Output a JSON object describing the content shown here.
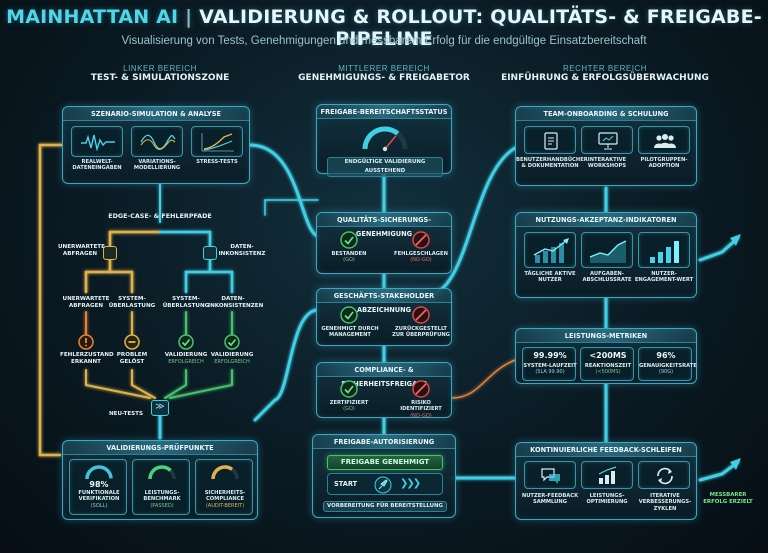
{
  "header": {
    "brand": "MAINHATTAN AI",
    "separator": "|",
    "title": "VALIDIERUNG & ROLLOUT: QUALITÄTS- & FREIGABE-PIPELINE",
    "subtitle": "Visualisierung von Tests, Genehmigungen und messbarem Erfolg für die endgültige Einsatzbereitschaft"
  },
  "columns": {
    "left": {
      "kicker": "LINKER BEREICH",
      "title": "TEST- & SIMULATIONSZONE"
    },
    "middle": {
      "kicker": "MITTLERER BEREICH",
      "title": "GENEHMIGUNGS- & FREIGABETOR"
    },
    "right": {
      "kicker": "RECHTER BEREICH",
      "title": "EINFÜHRUNG & ERFOLGSÜBERWACHUNG"
    }
  },
  "left": {
    "scenario": {
      "title": "SZENARIO-SIMULATION & ANALYSE",
      "tiles": [
        "REALWELT-DATENEINGABEN",
        "VARIATIONS-MODELLIERUNG",
        "STRESS-TESTS"
      ],
      "icons": [
        "waveform-icon",
        "sine-waves-icon",
        "stress-chart-icon"
      ]
    },
    "edge": {
      "title": "EDGE-CASE- & FEHLERPFADE",
      "branch_left": "UNERWARTETE ABFRAGEN",
      "branch_right": "DATEN-INKONSISTENZ",
      "leaves": [
        "UNERWARTETE ABFRAGEN",
        "SYSTEM-ÜBERLASTUNG",
        "SYSTEM-ÜBERLASTUNG",
        "DATEN-INKONSISTENZEN"
      ],
      "results": [
        {
          "label": "FEHLERZUSTAND ERKANNT",
          "sub": "",
          "status": "warning"
        },
        {
          "label": "PROBLEM GELÖST",
          "sub": "",
          "status": "resolved"
        },
        {
          "label": "VALIDIERUNG",
          "sub": "ERFOLGREICH",
          "status": "ok"
        },
        {
          "label": "VALIDIERUNG",
          "sub": "ERFOLGREICH",
          "status": "ok"
        }
      ],
      "retest_label": "NEU-TESTS"
    },
    "checkpoints": {
      "title": "VALIDIERUNGS-PRÜFPUNKTE",
      "items": [
        {
          "value": "98%",
          "label": "FUNKTIONALE VERIFIKATION",
          "sub": "(SOLL)",
          "fill": 0.98,
          "color": "#3fc3e0"
        },
        {
          "value": "",
          "label": "LEISTUNGS-BENCHMARK",
          "sub": "(PASSED)",
          "fill": 0.75,
          "color": "#4ad27a"
        },
        {
          "value": "",
          "label": "SICHERHEITS-COMPLIANCE",
          "sub": "(AUDIT-BEREIT)",
          "fill": 0.7,
          "color": "#e0b24a"
        }
      ]
    }
  },
  "middle": {
    "readiness": {
      "title": "FREIGABE-BEREITSCHAFTSSTATUS",
      "status": "ENDGÜLTIGE VALIDIERUNG AUSSTEHEND",
      "gauge_level": 0.72
    },
    "qa": {
      "title": "QUALITÄTS-SICHERUNGS-GENEHMIGUNG",
      "pass_label": "BESTANDEN",
      "pass_sub": "(GO)",
      "fail_label": "FEHLGESCHLAGEN",
      "fail_sub": "(NO-GO)"
    },
    "business": {
      "title": "GESCHÄFTS-STAKEHOLDER ABZEICHNUNG",
      "pass_label": "GENEHMIGT DURCH MANAGEMENT",
      "fail_label": "ZURÜCKGESTELLT ZUR ÜBERPRÜFUNG"
    },
    "compliance": {
      "title": "COMPLIANCE- & SICHERHEITSFREIGABE",
      "pass_label": "ZERTIFIZIERT",
      "pass_sub": "(GO)",
      "fail_label": "RISIKO IDENTIFIZIERT",
      "fail_sub": "(NO-GO)"
    },
    "authorization": {
      "title": "FREIGABE-AUTORISIERUNG",
      "approved": "FREIGABE GENEHMIGT",
      "start": "START",
      "footer": "VORBEREITUNG FÜR BEREITSTELLUNG"
    }
  },
  "right": {
    "onboarding": {
      "title": "TEAM-ONBOARDING & SCHULUNG",
      "tiles": [
        "BENUTZERHANDBÜCHER & DOKUMENTATION",
        "INTERAKTIVE WORKSHOPS",
        "PILOTGRUPPEN-ADOPTION"
      ]
    },
    "adoption": {
      "title": "NUTZUNGS-AKZEPTANZ-INDIKATOREN",
      "tiles": [
        "TÄGLICHE AKTIVE NUTZER",
        "AUFGABEN-ABSCHLUSSRATE",
        "NUTZER-ENGAGEMENT-WERT"
      ]
    },
    "metrics": {
      "title": "LEISTUNGS-METRIKEN",
      "items": [
        {
          "value": "99.99%",
          "label": "SYSTEM-LAUFZEIT",
          "sub": "(SLA 99.90)"
        },
        {
          "value": "<200MS",
          "label": "REAKTIONSZEIT",
          "sub": "(<500MS)"
        },
        {
          "value": "96%",
          "label": "GENAUIGKEITSRATE",
          "sub": "(90G)"
        }
      ]
    },
    "feedback": {
      "title": "KONTINUIERLICHE FEEDBACK-SCHLEIFEN",
      "tiles": [
        "NUTZER-FEEDBACK SAMMLUNG",
        "LEISTUNGS-OPTIMIERUNG",
        "ITERATIVE VERBESSERUNGS-ZYKLEN"
      ]
    },
    "success_label": "MESSBARER ERFOLG ERZIELT"
  },
  "colors": {
    "cyan": "#3fd0e6",
    "green": "#46c26c",
    "red": "#e04848",
    "gold": "#e0b24a",
    "orange": "#e8823a"
  }
}
